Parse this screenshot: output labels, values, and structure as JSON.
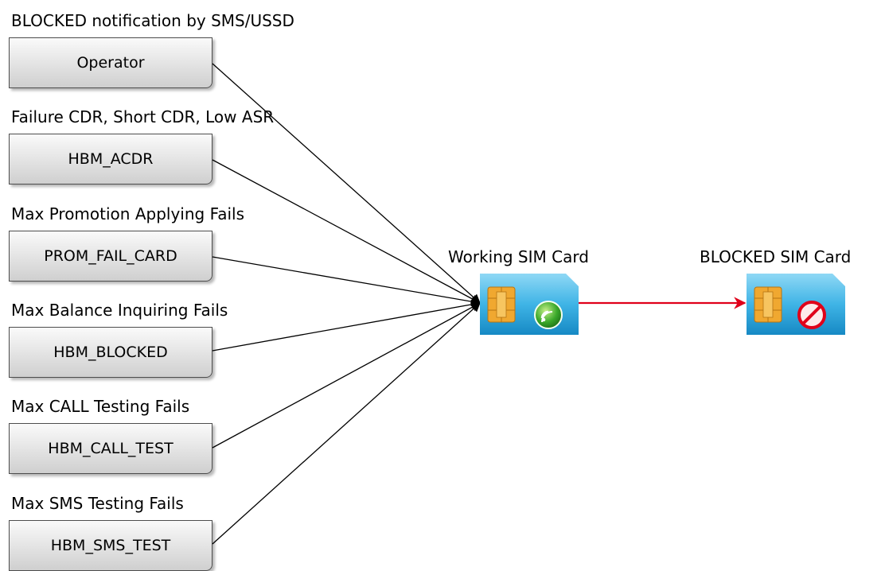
{
  "sources": [
    {
      "caption": "BLOCKED notification by SMS/USSD",
      "box": "Operator"
    },
    {
      "caption": "Failure CDR, Short CDR, Low ASR",
      "box": "HBM_ACDR"
    },
    {
      "caption": "Max Promotion Applying Fails",
      "box": "PROM_FAIL_CARD"
    },
    {
      "caption": "Max Balance Inquiring Fails",
      "box": "HBM_BLOCKED"
    },
    {
      "caption": "Max CALL Testing Fails",
      "box": "HBM_CALL_TEST"
    },
    {
      "caption": "Max SMS Testing Fails",
      "box": "HBM_SMS_TEST"
    }
  ],
  "working_card": {
    "label": "Working SIM Card",
    "icon": "sim-card-signal-icon"
  },
  "blocked_card": {
    "label": "BLOCKED SIM Card",
    "icon": "sim-card-blocked-icon"
  },
  "colors": {
    "arrow_red": "#e0001a",
    "card_blue": "#3fb4e6",
    "chip_gold": "#f0a830"
  }
}
